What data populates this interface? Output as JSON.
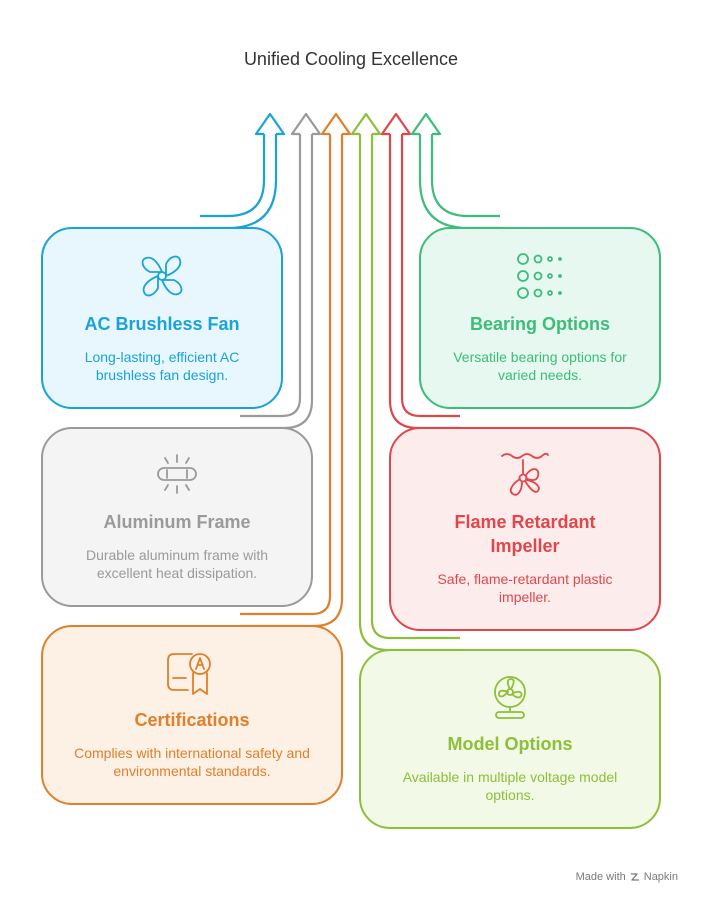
{
  "title": "Unified Cooling Excellence",
  "cards": [
    {
      "id": "fan",
      "title": "AC Brushless Fan",
      "description": "Long-lasting, efficient AC brushless fan design.",
      "icon": "fan-icon",
      "color": "#1aa3d9",
      "fill": "#e8f6fd"
    },
    {
      "id": "aluminum",
      "title": "Aluminum Frame",
      "description": "Durable aluminum frame with excellent heat dissipation.",
      "icon": "heat-bar-icon",
      "color": "#9a9a9a",
      "fill": "#f4f4f4"
    },
    {
      "id": "certs",
      "title": "Certifications",
      "description": "Complies with international safety and environmental standards.",
      "icon": "certificate-icon",
      "color": "#e07f2c",
      "fill": "#fdf0e4"
    },
    {
      "id": "bearing",
      "title": "Bearing Options",
      "description": "Versatile bearing options for varied needs.",
      "icon": "dots-grid-icon",
      "color": "#3cbd7a",
      "fill": "#e6f8ef"
    },
    {
      "id": "impeller",
      "title": "Flame Retardant Impeller",
      "description": "Safe, flame-retardant plastic impeller.",
      "icon": "propeller-icon",
      "color": "#e0474b",
      "fill": "#fdecec"
    },
    {
      "id": "model",
      "title": "Model Options",
      "description": "Available in multiple voltage model options.",
      "icon": "desk-fan-icon",
      "color": "#8dbf3a",
      "fill": "#f2f9e6"
    }
  ],
  "footer": {
    "made_with": "Made with",
    "brand": "Napkin"
  }
}
